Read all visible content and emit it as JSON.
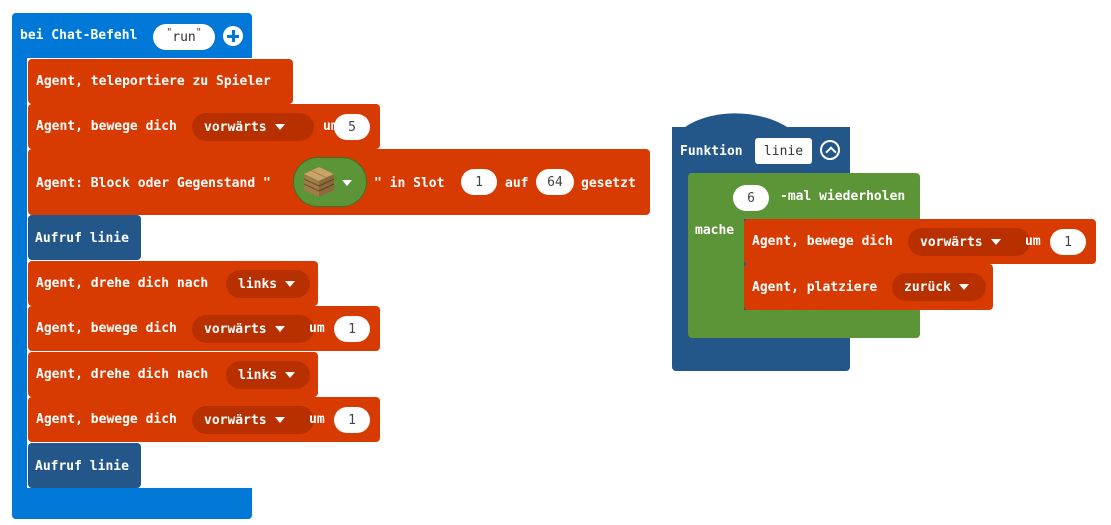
{
  "event_block": {
    "label": "bei Chat-Befehl",
    "command_value": "run",
    "color": "#0078d7"
  },
  "main_stack": [
    {
      "type": "teleport",
      "label": "Agent, teleportiere zu Spieler"
    },
    {
      "type": "move",
      "label": "Agent, bewege dich",
      "direction": "vorwärts",
      "um_label": "um",
      "amount": "5"
    },
    {
      "type": "set_item",
      "label": "Agent: Block oder Gegenstand \"",
      "item_icon": "oak-planks-block-icon",
      "slot_label": "\" in Slot",
      "slot": "1",
      "auf_label": "auf",
      "count": "64",
      "suffix": "gesetzt"
    },
    {
      "type": "call",
      "label": "Aufruf linie"
    },
    {
      "type": "turn",
      "label": "Agent, drehe dich nach",
      "direction": "links"
    },
    {
      "type": "move",
      "label": "Agent, bewege dich",
      "direction": "vorwärts",
      "um_label": "um",
      "amount": "1"
    },
    {
      "type": "turn",
      "label": "Agent, drehe dich nach",
      "direction": "links"
    },
    {
      "type": "move",
      "label": "Agent, bewege dich",
      "direction": "vorwärts",
      "um_label": "um",
      "amount": "1"
    },
    {
      "type": "call",
      "label": "Aufruf linie"
    }
  ],
  "function_block": {
    "label": "Funktion",
    "name": "linie",
    "color": "#23578a",
    "repeat": {
      "count": "6",
      "label": "-mal wiederholen",
      "do_label": "mache",
      "color": "#5c9438",
      "body": [
        {
          "type": "move",
          "label": "Agent, bewege dich",
          "direction": "vorwärts",
          "um_label": "um",
          "amount": "1"
        },
        {
          "type": "place",
          "label": "Agent, platziere",
          "direction": "zurück"
        }
      ]
    }
  },
  "colors": {
    "agent_red": "#d83b01",
    "dropdown_red": "#b83000",
    "event_blue": "#0078d7",
    "function_navy": "#23578a",
    "loop_green": "#5c9438"
  }
}
